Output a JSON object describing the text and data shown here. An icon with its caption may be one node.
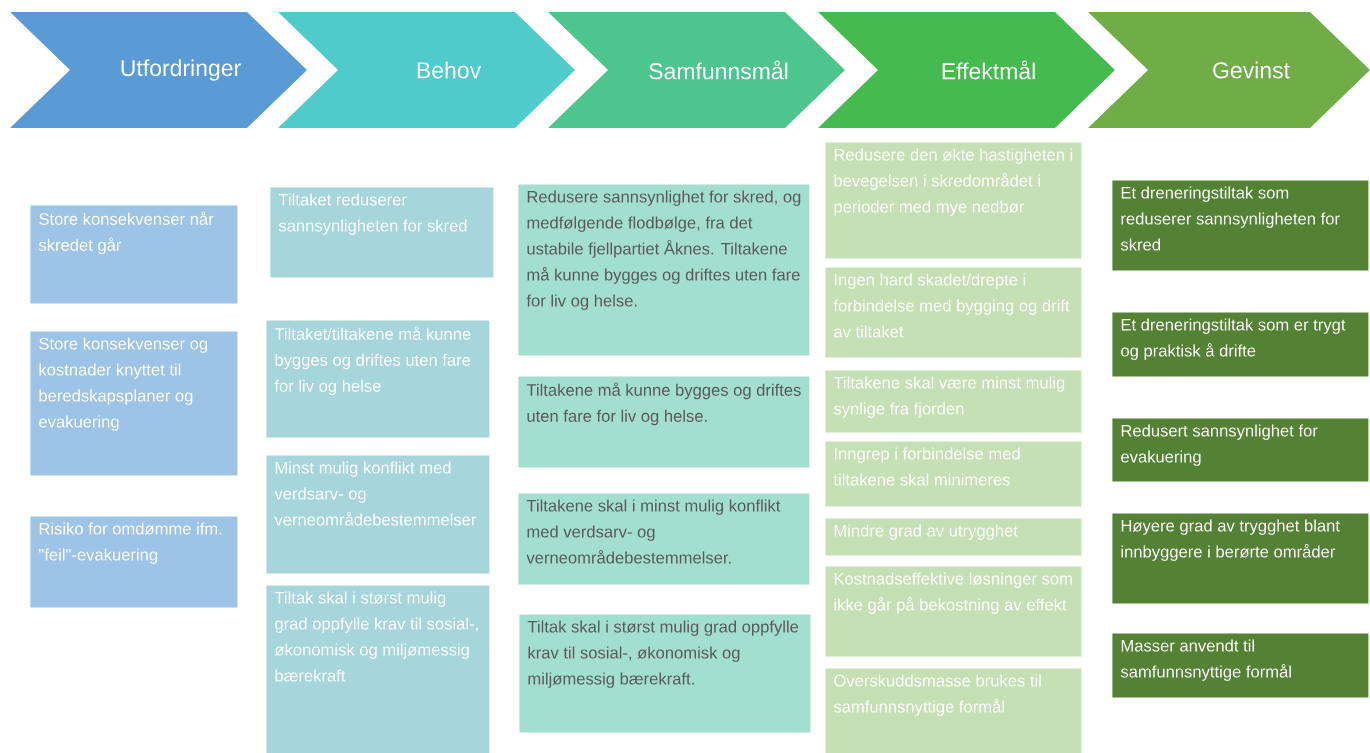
{
  "diagram": {
    "nodes": [
      {
        "text": [
          "Utfordringer"
        ]
      },
      {
        "text": [
          "Behov"
        ]
      },
      {
        "text": [
          "Samfunnsmål"
        ]
      },
      {
        "text": [
          "Effektmål"
        ]
      },
      {
        "text": [
          "Gevinst"
        ]
      },
      {
        "text": [
          "Store konsekvenser når skredet går"
        ]
      },
      {
        "text": [
          "Store konsekvenser og kostnader knyttet til beredskapsplaner og evakuering"
        ]
      },
      {
        "text": [
          "Risiko for omdømme ifm. \"feil\"-evakuering"
        ]
      },
      {
        "text": [
          "Tiltaket reduserer sannsynligheten for skred"
        ]
      },
      {
        "text": [
          "Tiltaket/tiltakene må kunne bygges og driftes uten fare for liv og helse"
        ]
      },
      {
        "text": [
          "Minst mulig konflikt med verdsarv- og verneområdebestemmelser"
        ]
      },
      {
        "text": [
          "Tiltak skal i størst mulig grad oppfylle krav til sosial-, økonomisk og miljømessig bærekraft"
        ]
      },
      {
        "text": [
          "Redusere sannsynlighet for skred, og medfølgende flodbølge, fra det ustabile fjellpartiet Åknes. Tiltakene må kunne bygges og driftes uten fare for liv og helse."
        ]
      },
      {
        "text": [
          "Tiltakene må kunne bygges og driftes uten fare for liv og helse."
        ]
      },
      {
        "text": [
          "Tiltakene skal i minst mulig konflikt med verdsarv- og verneområdebestemmelser."
        ]
      },
      {
        "text": [
          "Tiltak skal i størst mulig grad oppfylle krav til sosial-, økonomisk og miljømessig bærekraft."
        ]
      },
      {
        "text": [
          "Redusere den økte hastigheten i bevegelsen i skredområdet i perioder med mye nedbør"
        ]
      },
      {
        "text": [
          "Ingen hard skadet/drepte i forbindelse med bygging og drift av tiltaket"
        ]
      },
      {
        "text": [
          "Tiltakene skal være minst mulig synlige fra fjorden"
        ]
      },
      {
        "text": [
          "Inngrep i forbindelse med tiltakene skal minimeres"
        ]
      },
      {
        "text": [
          "Mindre grad av utrygghet"
        ]
      },
      {
        "text": [
          "Kostnadseffektive løsninger som ikke går på bekostning av effekt"
        ]
      },
      {
        "text": [
          "Overskuddsmasse brukes til samfunnsnyttige formål"
        ]
      },
      {
        "text": [
          "Et dreneringstiltak som reduserer sannsynligheten for skred"
        ]
      },
      {
        "text": [
          "Et dreneringstiltak som er trygt og praktisk å drifte"
        ]
      },
      {
        "text": [
          "Redusert sannsynlighet for evakuering"
        ]
      },
      {
        "text": [
          "Høyere grad av trygghet blant innbyggere i berørte områder"
        ]
      },
      {
        "text": [
          "Masser anvendt til samfunnsnyttige formål"
        ]
      }
    ],
    "edges": []
  }
}
